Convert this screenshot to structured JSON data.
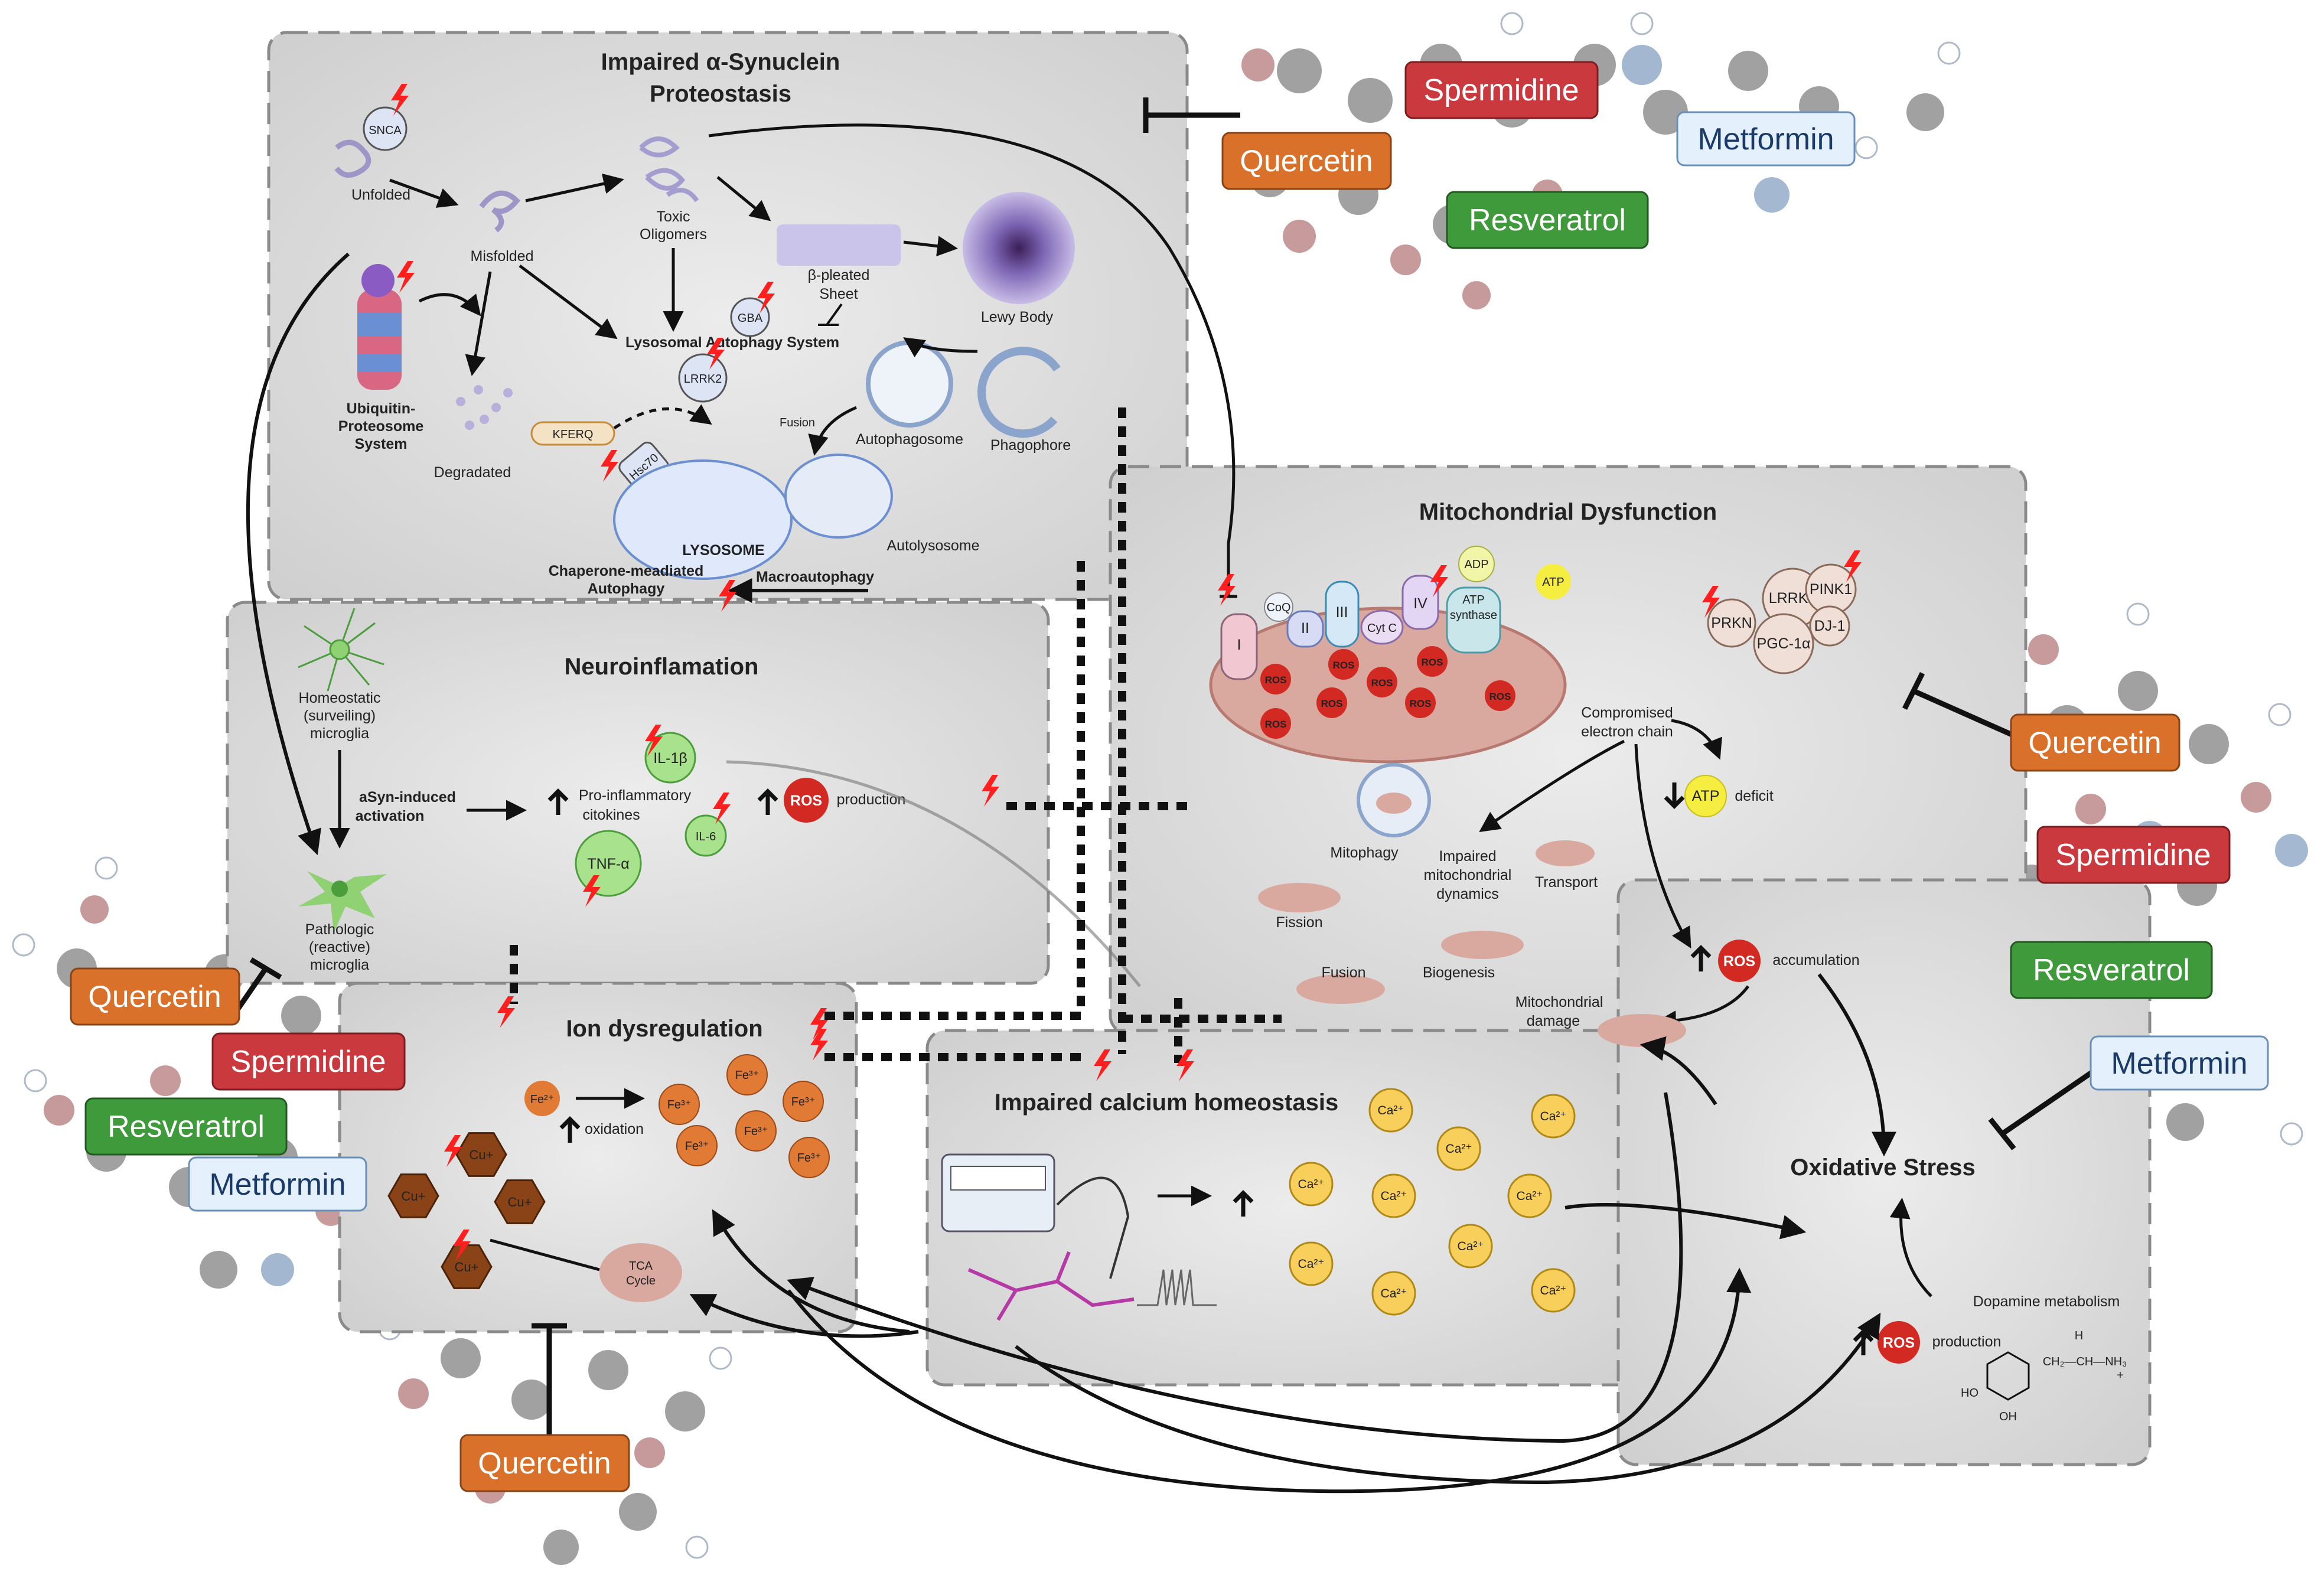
{
  "panels": {
    "synuclein": {
      "title_l1": "Impaired α-Synuclein",
      "title_l2": "Proteostasis",
      "snca": "SNCA",
      "unfolded": "Unfolded",
      "misfolded": "Misfolded",
      "toxic_l1": "Toxic",
      "toxic_l2": "Oligomers",
      "pleated_l1": "β-pleated",
      "pleated_l2": "Sheet",
      "lewy": "Lewy Body",
      "gba": "GBA",
      "las": "Lysosomal Autophagy System",
      "ups_l1": "Ubiquitin-",
      "ups_l2": "Proteosome",
      "ups_l3": "System",
      "degradated": "Degradated",
      "lrrk2": "LRRK2",
      "kferq": "KFERQ",
      "hsc70": "Hsc70",
      "fusion": "Fusion",
      "autophagosome": "Autophagosome",
      "phagophore": "Phagophore",
      "lysosome": "LYSOSOME",
      "autolysosome": "Autolysosome",
      "cma_l1": "Chaperone-meadiated",
      "cma_l2": "Autophagy",
      "macro": "Macroautophagy"
    },
    "neuro": {
      "title": "Neuroinflamation",
      "homeo_l1": "Homeostatic",
      "homeo_l2": "(surveiling)",
      "homeo_l3": "microglia",
      "asyn_l1": "aSyn-induced",
      "asyn_l2": "activation",
      "pro_l1": "Pro-inflammatory",
      "pro_l2": "citokines",
      "il1b": "IL-1β",
      "il6": "IL-6",
      "tnfa": "TNF-α",
      "ros": "ROS",
      "ros_prod": "production",
      "path_l1": "Pathologic",
      "path_l2": "(reactive)",
      "path_l3": "microglia"
    },
    "mito": {
      "title": "Mitochondrial Dysfunction",
      "c1": "I",
      "c2": "II",
      "c3": "III",
      "c4": "IV",
      "coq": "CoQ",
      "cytc": "Cyt C",
      "atp_syn_l1": "ATP",
      "atp_syn_l2": "synthase",
      "adp": "ADP",
      "atp": "ATP",
      "ros": "ROS",
      "lrrk2": "LRRK2",
      "pink1": "PINK1",
      "prkn": "PRKN",
      "dj1": "DJ-1",
      "pgc": "PGC-1α",
      "comp_l1": "Compromised",
      "comp_l2": "electron chain",
      "deficit": "deficit",
      "mitophagy": "Mitophagy",
      "impaired_l1": "Impaired",
      "impaired_l2": "mitochondrial",
      "impaired_l3": "dynamics",
      "transport": "Transport",
      "fission": "Fission",
      "fusion": "Fusion",
      "biogenesis": "Biogenesis",
      "damage_l1": "Mitochondrial",
      "damage_l2": "damage",
      "accumulation": "accumulation"
    },
    "ion": {
      "title": "Ion dysregulation",
      "fe2": "Fe²⁺",
      "fe3": "Fe³⁺",
      "oxidation": "oxidation",
      "cu": "Cu+",
      "tca_l1": "TCA",
      "tca_l2": "Cycle"
    },
    "calcium": {
      "title": "Impaired calcium homeostasis",
      "ca": "Ca²⁺"
    },
    "oxidative": {
      "title": "Oxidative Stress",
      "dopamine": "Dopamine metabolism",
      "ros": "ROS",
      "production": "production",
      "h": "H",
      "chain": "CH₂—CH—NH₃",
      "plus": "+",
      "ho": "HO",
      "oh": "OH"
    }
  },
  "compounds": {
    "quercetin": "Quercetin",
    "spermidine": "Spermidine",
    "resveratrol": "Resveratrol",
    "metformin": "Metformin"
  },
  "colors": {
    "quercetin": "#d9712a",
    "spermidine": "#c9393d",
    "resveratrol": "#3f9a3b",
    "metformin": "#e4f0fb",
    "ros": "#d22a22",
    "iron": "#e07a35",
    "copper": "#8a4316",
    "calcium": "#f7cf5a",
    "panel_bg": "#e2e2e2"
  }
}
